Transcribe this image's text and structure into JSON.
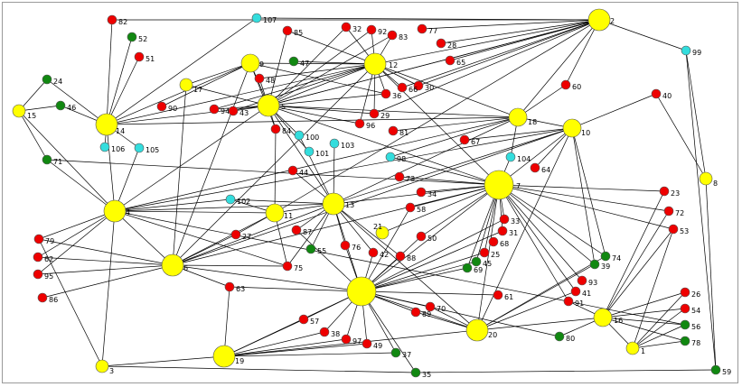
{
  "colors": {
    "hub": "#ffff00",
    "red": "#ee0000",
    "green": "#118811",
    "cyan": "#33dddd",
    "edge": "#000000"
  },
  "nodes": [
    {
      "id": "2",
      "label": "2",
      "color": "hub",
      "size": "large"
    },
    {
      "id": "5",
      "label": "5",
      "color": "hub",
      "size": "large"
    },
    {
      "id": "7",
      "label": "7",
      "color": "hub",
      "size": "xlarge"
    },
    {
      "id": "12",
      "label": "12",
      "color": "hub",
      "size": "large"
    },
    {
      "id": "13",
      "label": "13",
      "color": "hub",
      "size": "large"
    },
    {
      "id": "14",
      "label": "14",
      "color": "hub",
      "size": "large"
    },
    {
      "id": "4",
      "label": "4",
      "color": "hub",
      "size": "large"
    },
    {
      "id": "6",
      "label": "6",
      "color": "hub",
      "size": "large"
    },
    {
      "id": "h",
      "label": "",
      "color": "hub",
      "size": "xlarge"
    },
    {
      "id": "18",
      "label": "18",
      "color": "hub",
      "size": "medium"
    },
    {
      "id": "10",
      "label": "10",
      "color": "hub",
      "size": "medium"
    },
    {
      "id": "20",
      "label": "20",
      "color": "hub",
      "size": "large"
    },
    {
      "id": "19",
      "label": "19",
      "color": "hub",
      "size": "large"
    },
    {
      "id": "16",
      "label": "16",
      "color": "hub",
      "size": "medium"
    },
    {
      "id": "11",
      "label": "11",
      "color": "hub",
      "size": "medium"
    },
    {
      "id": "9",
      "label": "9",
      "color": "hub",
      "size": "medium"
    },
    {
      "id": "1",
      "label": "1",
      "color": "hub",
      "size": "small"
    },
    {
      "id": "15",
      "label": "15",
      "color": "hub",
      "size": "small"
    },
    {
      "id": "17",
      "label": "17",
      "color": "hub",
      "size": "small"
    },
    {
      "id": "8",
      "label": "8",
      "color": "hub",
      "size": "small"
    },
    {
      "id": "3",
      "label": "3",
      "color": "hub",
      "size": "small"
    },
    {
      "id": "21",
      "label": "21",
      "color": "hub",
      "size": "small"
    },
    {
      "id": "107",
      "label": "107",
      "color": "cyan",
      "size": "dot"
    },
    {
      "id": "99",
      "label": "99",
      "color": "cyan",
      "size": "dot"
    },
    {
      "id": "106",
      "label": "106",
      "color": "cyan",
      "size": "dot"
    },
    {
      "id": "105",
      "label": "105",
      "color": "cyan",
      "size": "dot"
    },
    {
      "id": "100",
      "label": "100",
      "color": "cyan",
      "size": "dot"
    },
    {
      "id": "101",
      "label": "101",
      "color": "cyan",
      "size": "dot"
    },
    {
      "id": "103",
      "label": "103",
      "color": "cyan",
      "size": "dot"
    },
    {
      "id": "98",
      "label": "98",
      "color": "cyan",
      "size": "dot"
    },
    {
      "id": "104",
      "label": "104",
      "color": "cyan",
      "size": "dot"
    },
    {
      "id": "102",
      "label": "102",
      "color": "cyan",
      "size": "dot"
    },
    {
      "id": "52",
      "label": "52",
      "color": "green",
      "size": "dot"
    },
    {
      "id": "47",
      "label": "47",
      "color": "green",
      "size": "dot"
    },
    {
      "id": "24",
      "label": "24",
      "color": "green",
      "size": "dot"
    },
    {
      "id": "46",
      "label": "46",
      "color": "green",
      "size": "dot"
    },
    {
      "id": "71",
      "label": "71",
      "color": "green",
      "size": "dot"
    },
    {
      "id": "55",
      "label": "55",
      "color": "green",
      "size": "dot"
    },
    {
      "id": "45",
      "label": "45",
      "color": "green",
      "size": "dot"
    },
    {
      "id": "69",
      "label": "69",
      "color": "green",
      "size": "dot"
    },
    {
      "id": "74",
      "label": "74",
      "color": "green",
      "size": "dot"
    },
    {
      "id": "39",
      "label": "39",
      "color": "green",
      "size": "dot"
    },
    {
      "id": "80",
      "label": "80",
      "color": "green",
      "size": "dot"
    },
    {
      "id": "37",
      "label": "37",
      "color": "green",
      "size": "dot"
    },
    {
      "id": "35",
      "label": "35",
      "color": "green",
      "size": "dot"
    },
    {
      "id": "56",
      "label": "56",
      "color": "green",
      "size": "dot"
    },
    {
      "id": "78",
      "label": "78",
      "color": "green",
      "size": "dot"
    },
    {
      "id": "59",
      "label": "59",
      "color": "green",
      "size": "dot"
    },
    {
      "id": "82",
      "label": "82",
      "color": "red",
      "size": "dot"
    },
    {
      "id": "85",
      "label": "85",
      "color": "red",
      "size": "dot"
    },
    {
      "id": "32",
      "label": "32",
      "color": "red",
      "size": "dot"
    },
    {
      "id": "92",
      "label": "92",
      "color": "red",
      "size": "dot"
    },
    {
      "id": "83",
      "label": "83",
      "color": "red",
      "size": "dot"
    },
    {
      "id": "77",
      "label": "77",
      "color": "red",
      "size": "dot"
    },
    {
      "id": "28",
      "label": "28",
      "color": "red",
      "size": "dot"
    },
    {
      "id": "65",
      "label": "65",
      "color": "red",
      "size": "dot"
    },
    {
      "id": "51",
      "label": "51",
      "color": "red",
      "size": "dot"
    },
    {
      "id": "48",
      "label": "48",
      "color": "red",
      "size": "dot"
    },
    {
      "id": "30",
      "label": "30",
      "color": "red",
      "size": "dot"
    },
    {
      "id": "66",
      "label": "66",
      "color": "red",
      "size": "dot"
    },
    {
      "id": "36",
      "label": "36",
      "color": "red",
      "size": "dot"
    },
    {
      "id": "60",
      "label": "60",
      "color": "red",
      "size": "dot"
    },
    {
      "id": "90",
      "label": "90",
      "color": "red",
      "size": "dot"
    },
    {
      "id": "94",
      "label": "94",
      "color": "red",
      "size": "dot"
    },
    {
      "id": "43",
      "label": "43",
      "color": "red",
      "size": "dot"
    },
    {
      "id": "29",
      "label": "29",
      "color": "red",
      "size": "dot"
    },
    {
      "id": "96",
      "label": "96",
      "color": "red",
      "size": "dot"
    },
    {
      "id": "40",
      "label": "40",
      "color": "red",
      "size": "dot"
    },
    {
      "id": "84",
      "label": "84",
      "color": "red",
      "size": "dot"
    },
    {
      "id": "81",
      "label": "81",
      "color": "red",
      "size": "dot"
    },
    {
      "id": "67",
      "label": "67",
      "color": "red",
      "size": "dot"
    },
    {
      "id": "64",
      "label": "64",
      "color": "red",
      "size": "dot"
    },
    {
      "id": "44",
      "label": "44",
      "color": "red",
      "size": "dot"
    },
    {
      "id": "73",
      "label": "73",
      "color": "red",
      "size": "dot"
    },
    {
      "id": "34",
      "label": "34",
      "color": "red",
      "size": "dot"
    },
    {
      "id": "58",
      "label": "58",
      "color": "red",
      "size": "dot"
    },
    {
      "id": "23",
      "label": "23",
      "color": "red",
      "size": "dot"
    },
    {
      "id": "72",
      "label": "72",
      "color": "red",
      "size": "dot"
    },
    {
      "id": "53",
      "label": "53",
      "color": "red",
      "size": "dot"
    },
    {
      "id": "79",
      "label": "79",
      "color": "red",
      "size": "dot"
    },
    {
      "id": "62",
      "label": "62",
      "color": "red",
      "size": "dot"
    },
    {
      "id": "95",
      "label": "95",
      "color": "red",
      "size": "dot"
    },
    {
      "id": "86",
      "label": "86",
      "color": "red",
      "size": "dot"
    },
    {
      "id": "27",
      "label": "27",
      "color": "red",
      "size": "dot"
    },
    {
      "id": "87",
      "label": "87",
      "color": "red",
      "size": "dot"
    },
    {
      "id": "75",
      "label": "75",
      "color": "red",
      "size": "dot"
    },
    {
      "id": "76",
      "label": "76",
      "color": "red",
      "size": "dot"
    },
    {
      "id": "42",
      "label": "42",
      "color": "red",
      "size": "dot"
    },
    {
      "id": "88",
      "label": "88",
      "color": "red",
      "size": "dot"
    },
    {
      "id": "50",
      "label": "50",
      "color": "red",
      "size": "dot"
    },
    {
      "id": "33",
      "label": "33",
      "color": "red",
      "size": "dot"
    },
    {
      "id": "31",
      "label": "31",
      "color": "red",
      "size": "dot"
    },
    {
      "id": "68",
      "label": "68",
      "color": "red",
      "size": "dot"
    },
    {
      "id": "25",
      "label": "25",
      "color": "red",
      "size": "dot"
    },
    {
      "id": "63",
      "label": "63",
      "color": "red",
      "size": "dot"
    },
    {
      "id": "93",
      "label": "93",
      "color": "red",
      "size": "dot"
    },
    {
      "id": "41",
      "label": "41",
      "color": "red",
      "size": "dot"
    },
    {
      "id": "91",
      "label": "91",
      "color": "red",
      "size": "dot"
    },
    {
      "id": "61",
      "label": "61",
      "color": "red",
      "size": "dot"
    },
    {
      "id": "89",
      "label": "89",
      "color": "red",
      "size": "dot"
    },
    {
      "id": "70",
      "label": "70",
      "color": "red",
      "size": "dot"
    },
    {
      "id": "57",
      "label": "57",
      "color": "red",
      "size": "dot"
    },
    {
      "id": "38",
      "label": "38",
      "color": "red",
      "size": "dot"
    },
    {
      "id": "97",
      "label": "97",
      "color": "red",
      "size": "dot"
    },
    {
      "id": "49",
      "label": "49",
      "color": "red",
      "size": "dot"
    },
    {
      "id": "26",
      "label": "26",
      "color": "red",
      "size": "dot"
    },
    {
      "id": "54",
      "label": "54",
      "color": "red",
      "size": "dot"
    }
  ],
  "edges": [
    [
      "2",
      "107"
    ],
    [
      "2",
      "99"
    ],
    [
      "2",
      "12"
    ],
    [
      "2",
      "5"
    ],
    [
      "2",
      "18"
    ],
    [
      "2",
      "60"
    ],
    [
      "2",
      "65"
    ],
    [
      "2",
      "28"
    ],
    [
      "2",
      "77"
    ],
    [
      "2",
      "30"
    ],
    [
      "2",
      "66"
    ],
    [
      "2",
      "h5"
    ],
    [
      "2",
      "29"
    ],
    [
      "2",
      "82"
    ],
    [
      "99",
      "8"
    ],
    [
      "99",
      "59"
    ],
    [
      "8",
      "40"
    ],
    [
      "40",
      "10"
    ],
    [
      "8",
      "59"
    ],
    [
      "12",
      "5"
    ],
    [
      "12",
      "9"
    ],
    [
      "12",
      "7"
    ],
    [
      "12",
      "14"
    ],
    [
      "12",
      "18"
    ],
    [
      "12",
      "32"
    ],
    [
      "12",
      "92"
    ],
    [
      "12",
      "83"
    ],
    [
      "12",
      "36"
    ],
    [
      "12",
      "29"
    ],
    [
      "12",
      "96"
    ],
    [
      "12",
      "43"
    ],
    [
      "12",
      "94"
    ],
    [
      "12",
      "6"
    ],
    [
      "12",
      "48"
    ],
    [
      "12",
      "85"
    ],
    [
      "12",
      "47"
    ],
    [
      "12",
      "66"
    ],
    [
      "12",
      "30"
    ],
    [
      "5",
      "14"
    ],
    [
      "5",
      "9"
    ],
    [
      "5",
      "85"
    ],
    [
      "5",
      "94"
    ],
    [
      "5",
      "43"
    ],
    [
      "5",
      "48"
    ],
    [
      "5",
      "84"
    ],
    [
      "5",
      "100"
    ],
    [
      "5",
      "96"
    ],
    [
      "5",
      "29"
    ],
    [
      "5",
      "36"
    ],
    [
      "5",
      "32"
    ],
    [
      "5",
      "92"
    ],
    [
      "5",
      "83"
    ],
    [
      "5",
      "7"
    ],
    [
      "5",
      "4"
    ],
    [
      "5",
      "17"
    ],
    [
      "5",
      "13"
    ],
    [
      "5",
      "101"
    ],
    [
      "14",
      "107"
    ],
    [
      "14",
      "82"
    ],
    [
      "14",
      "52"
    ],
    [
      "14",
      "51"
    ],
    [
      "14",
      "24"
    ],
    [
      "14",
      "46"
    ],
    [
      "14",
      "4"
    ],
    [
      "14",
      "18"
    ],
    [
      "14",
      "9"
    ],
    [
      "14",
      "106"
    ],
    [
      "14",
      "105"
    ],
    [
      "15",
      "24"
    ],
    [
      "15",
      "46"
    ],
    [
      "15",
      "71"
    ],
    [
      "71",
      "4"
    ],
    [
      "71",
      "7"
    ],
    [
      "15",
      "4"
    ],
    [
      "4",
      "105"
    ],
    [
      "4",
      "13"
    ],
    [
      "4",
      "6"
    ],
    [
      "4",
      "79"
    ],
    [
      "4",
      "62"
    ],
    [
      "4",
      "95"
    ],
    [
      "4",
      "3"
    ],
    [
      "4",
      "56"
    ],
    [
      "4",
      "102"
    ],
    [
      "4",
      "11"
    ],
    [
      "4",
      "10"
    ],
    [
      "4",
      "18"
    ],
    [
      "4",
      "75"
    ],
    [
      "9",
      "90"
    ],
    [
      "9",
      "6"
    ],
    [
      "9",
      "17"
    ],
    [
      "9",
      "84"
    ],
    [
      "9",
      "36"
    ],
    [
      "17",
      "6"
    ],
    [
      "18",
      "10"
    ],
    [
      "18",
      "81"
    ],
    [
      "18",
      "13"
    ],
    [
      "18",
      "104"
    ],
    [
      "18",
      "60"
    ],
    [
      "18",
      "5"
    ],
    [
      "18",
      "98"
    ],
    [
      "10",
      "7"
    ],
    [
      "10",
      "67"
    ],
    [
      "10",
      "64"
    ],
    [
      "10",
      "13"
    ],
    [
      "10",
      "20"
    ],
    [
      "10",
      "39"
    ],
    [
      "10",
      "74"
    ],
    [
      "10",
      "6"
    ],
    [
      "7",
      "13"
    ],
    [
      "7",
      "h"
    ],
    [
      "7",
      "20"
    ],
    [
      "7",
      "33"
    ],
    [
      "7",
      "31"
    ],
    [
      "7",
      "58"
    ],
    [
      "7",
      "25"
    ],
    [
      "7",
      "45"
    ],
    [
      "7",
      "69"
    ],
    [
      "7",
      "93"
    ],
    [
      "7",
      "41"
    ],
    [
      "7",
      "91"
    ],
    [
      "7",
      "39"
    ],
    [
      "7",
      "74"
    ],
    [
      "7",
      "23"
    ],
    [
      "7",
      "72"
    ],
    [
      "7",
      "53"
    ],
    [
      "7",
      "34"
    ],
    [
      "7",
      "73"
    ],
    [
      "7",
      "98"
    ],
    [
      "7",
      "50"
    ],
    [
      "7",
      "21"
    ],
    [
      "7",
      "6"
    ],
    [
      "7",
      "104"
    ],
    [
      "13",
      "11"
    ],
    [
      "13",
      "6"
    ],
    [
      "13",
      "h"
    ],
    [
      "13",
      "44"
    ],
    [
      "13",
      "103"
    ],
    [
      "13",
      "100"
    ],
    [
      "13",
      "102"
    ],
    [
      "13",
      "76"
    ],
    [
      "13",
      "42"
    ],
    [
      "13",
      "88"
    ],
    [
      "13",
      "20"
    ],
    [
      "13",
      "87"
    ],
    [
      "13",
      "55"
    ],
    [
      "13",
      "75"
    ],
    [
      "11",
      "102"
    ],
    [
      "11",
      "27"
    ],
    [
      "11",
      "84"
    ],
    [
      "11",
      "6"
    ],
    [
      "11",
      "75"
    ],
    [
      "11",
      "2"
    ],
    [
      "6",
      "63"
    ],
    [
      "6",
      "79"
    ],
    [
      "6",
      "62"
    ],
    [
      "6",
      "95"
    ],
    [
      "6",
      "27"
    ],
    [
      "6",
      "h"
    ],
    [
      "6",
      "75"
    ],
    [
      "6",
      "86"
    ],
    [
      "h",
      "63"
    ],
    [
      "h",
      "19"
    ],
    [
      "h",
      "57"
    ],
    [
      "h",
      "38"
    ],
    [
      "h",
      "97"
    ],
    [
      "h",
      "49"
    ],
    [
      "h",
      "37"
    ],
    [
      "h",
      "89"
    ],
    [
      "h",
      "70"
    ],
    [
      "h",
      "20"
    ],
    [
      "h",
      "61"
    ],
    [
      "h",
      "80"
    ],
    [
      "h",
      "42"
    ],
    [
      "h",
      "88"
    ],
    [
      "h",
      "76"
    ],
    [
      "h",
      "50"
    ],
    [
      "h",
      "33"
    ],
    [
      "h",
      "31"
    ],
    [
      "h",
      "58"
    ],
    [
      "h",
      "25"
    ],
    [
      "h",
      "45"
    ],
    [
      "h",
      "69"
    ],
    [
      "h",
      "87"
    ],
    [
      "20",
      "16"
    ],
    [
      "20",
      "74"
    ],
    [
      "20",
      "39"
    ],
    [
      "20",
      "89"
    ],
    [
      "20",
      "70"
    ],
    [
      "20",
      "41"
    ],
    [
      "19",
      "63"
    ],
    [
      "19",
      "57"
    ],
    [
      "19",
      "38"
    ],
    [
      "19",
      "97"
    ],
    [
      "19",
      "49"
    ],
    [
      "19",
      "37"
    ],
    [
      "19",
      "3"
    ],
    [
      "19",
      "20"
    ],
    [
      "3",
      "35"
    ],
    [
      "3",
      "79"
    ],
    [
      "16",
      "1"
    ],
    [
      "16",
      "26"
    ],
    [
      "16",
      "54"
    ],
    [
      "16",
      "56"
    ],
    [
      "16",
      "78"
    ],
    [
      "16",
      "23"
    ],
    [
      "16",
      "72"
    ],
    [
      "16",
      "53"
    ],
    [
      "16",
      "91"
    ],
    [
      "16",
      "80"
    ],
    [
      "1",
      "26"
    ],
    [
      "1",
      "54"
    ],
    [
      "1",
      "56"
    ],
    [
      "1",
      "78"
    ],
    [
      "1",
      "53"
    ],
    [
      "35",
      "59"
    ],
    [
      "35",
      "h"
    ]
  ]
}
